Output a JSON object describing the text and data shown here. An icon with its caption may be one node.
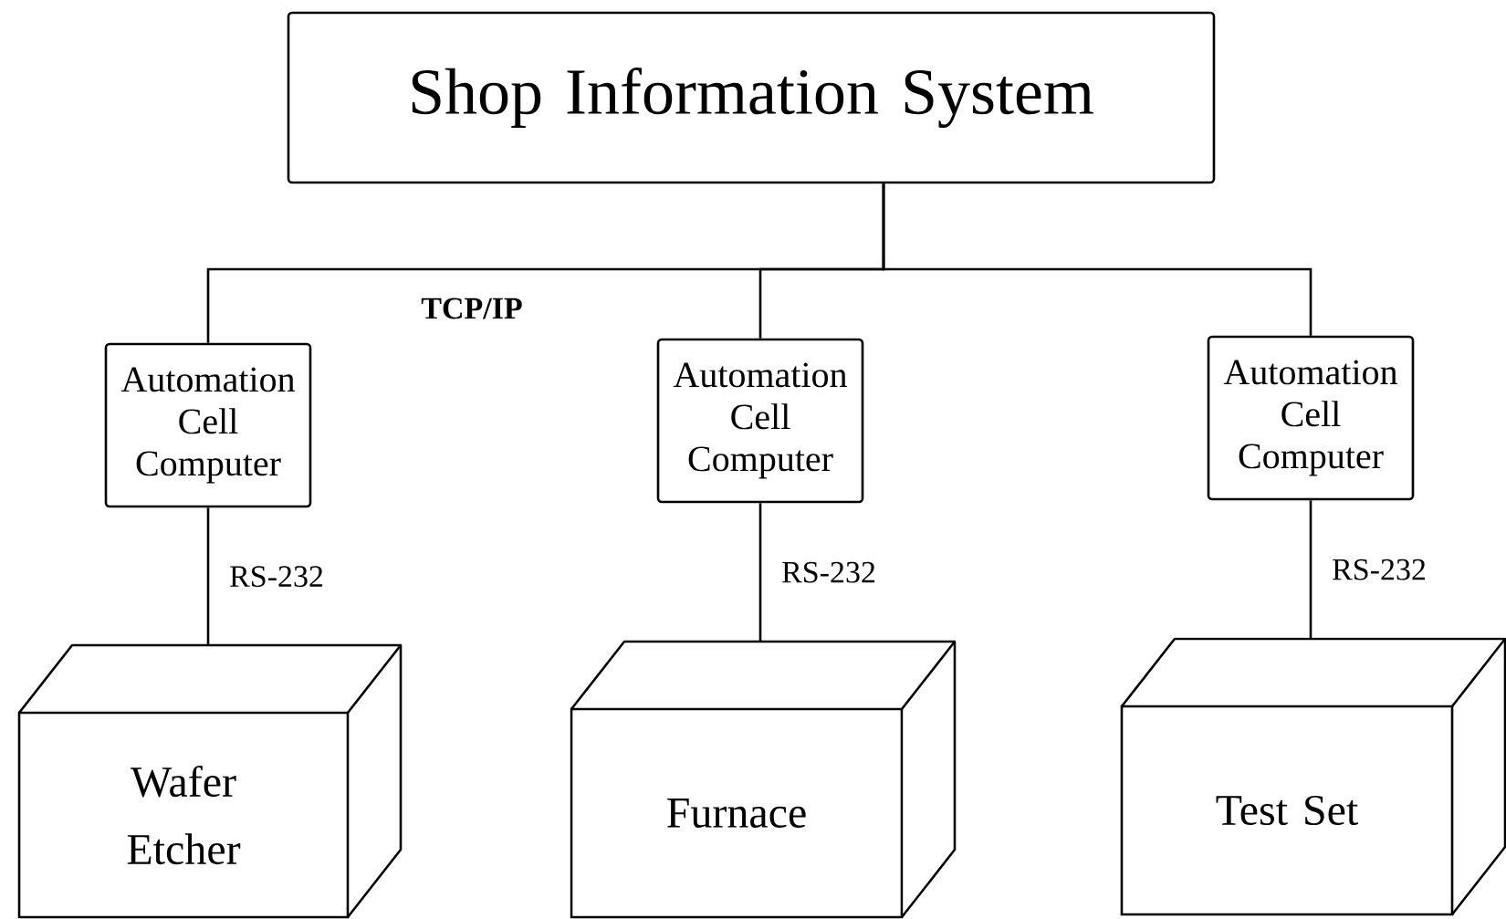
{
  "diagram": {
    "nodes": [
      {
        "text": [
          "Shop Information System"
        ]
      },
      {
        "text": [
          "Automation Cell Computer"
        ]
      },
      {
        "text": [
          "Automation Cell Computer"
        ]
      },
      {
        "text": [
          "Automation Cell Computer"
        ]
      },
      {
        "text": [
          "Wafer Etcher"
        ]
      },
      {
        "text": [
          "Furnace"
        ]
      },
      {
        "text": [
          "Test Set"
        ]
      }
    ],
    "edges": [
      {
        "from": 0,
        "to": 1,
        "arrow": "none"
      },
      {
        "from": 0,
        "to": 2,
        "arrow": "none"
      },
      {
        "from": 0,
        "to": 3,
        "arrow": "none"
      },
      {
        "from": 1,
        "to": 4,
        "arrow": "none",
        "label": "RS-232"
      },
      {
        "from": 2,
        "to": 5,
        "arrow": "none",
        "label": "RS-232"
      },
      {
        "from": 3,
        "to": 6,
        "arrow": "none",
        "label": "RS-232"
      }
    ],
    "labels": [
      "TCP/IP"
    ]
  }
}
